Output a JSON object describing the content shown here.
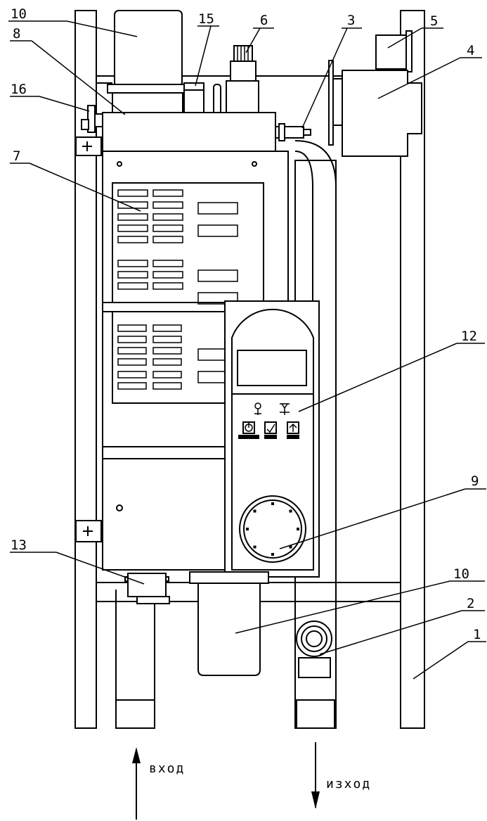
{
  "labels": {
    "l10_top": "10",
    "l15": "15",
    "l6": "6",
    "l3": "3",
    "l5": "5",
    "l8": "8",
    "l4": "4",
    "l16": "16",
    "l7": "7",
    "l12": "12",
    "l9": "9",
    "l13": "13",
    "l10_bottom": "10",
    "l2": "2",
    "l1": "1"
  },
  "flow": {
    "inlet": "вход",
    "outlet": "изход"
  }
}
